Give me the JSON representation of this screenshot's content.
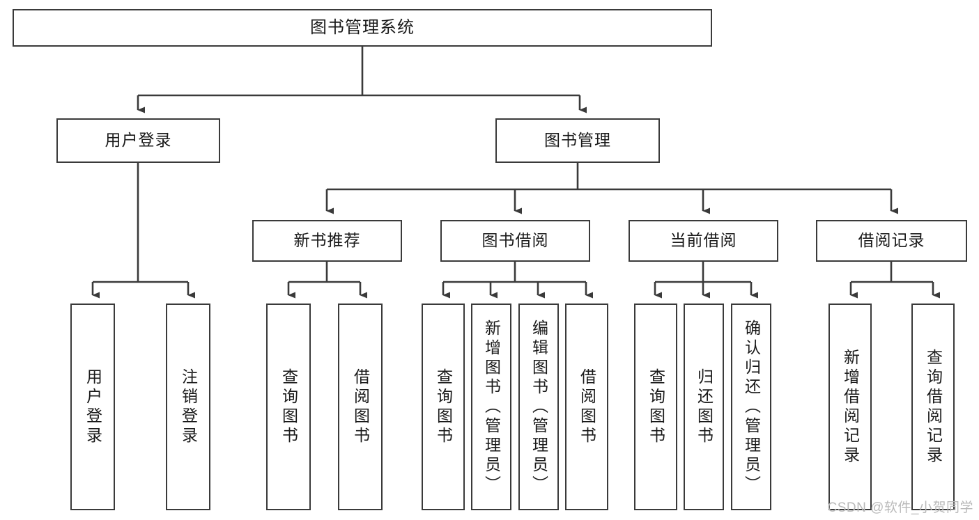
{
  "diagram": {
    "type": "tree",
    "title": "图书管理系统",
    "orientation": "top-down",
    "root": {
      "id": "root",
      "label": "图书管理系统"
    },
    "level2": [
      {
        "id": "user-login",
        "label": "用户登录"
      },
      {
        "id": "book-manage",
        "label": "图书管理"
      }
    ],
    "level3": [
      {
        "id": "new-book-recommend",
        "label": "新书推荐",
        "parent": "book-manage"
      },
      {
        "id": "book-borrow",
        "label": "图书借阅",
        "parent": "book-manage"
      },
      {
        "id": "current-borrow",
        "label": "当前借阅",
        "parent": "book-manage"
      },
      {
        "id": "borrow-record",
        "label": "借阅记录",
        "parent": "book-manage"
      }
    ],
    "leaves": [
      {
        "id": "leaf-user-login",
        "label": "用户登录",
        "parent": "user-login"
      },
      {
        "id": "leaf-logout-login",
        "label": "注销登录",
        "parent": "user-login"
      },
      {
        "id": "leaf-query-book-1",
        "label": "查询图书",
        "parent": "new-book-recommend"
      },
      {
        "id": "leaf-borrow-book-1",
        "label": "借阅图书",
        "parent": "new-book-recommend"
      },
      {
        "id": "leaf-query-book-2",
        "label": "查询图书",
        "parent": "book-borrow"
      },
      {
        "id": "leaf-add-book",
        "label": "新增图书（管理员）",
        "parent": "book-borrow"
      },
      {
        "id": "leaf-edit-book",
        "label": "编辑图书（管理员）",
        "parent": "book-borrow"
      },
      {
        "id": "leaf-borrow-book-2",
        "label": "借阅图书",
        "parent": "book-borrow"
      },
      {
        "id": "leaf-query-book-3",
        "label": "查询图书",
        "parent": "current-borrow"
      },
      {
        "id": "leaf-return-book",
        "label": "归还图书",
        "parent": "current-borrow"
      },
      {
        "id": "leaf-confirm-return",
        "label": "确认归还（管理员）",
        "parent": "current-borrow"
      },
      {
        "id": "leaf-add-record",
        "label": "新增借阅记录",
        "parent": "borrow-record"
      },
      {
        "id": "leaf-query-record",
        "label": "查询借阅记录",
        "parent": "borrow-record"
      }
    ]
  },
  "watermark": {
    "text": "CSDN @软件_小贺同学"
  },
  "colors": {
    "stroke": "#3a3a3a",
    "fill": "#ffffff",
    "text": "#1a1a1a",
    "watermark": "#b9b9b9"
  }
}
